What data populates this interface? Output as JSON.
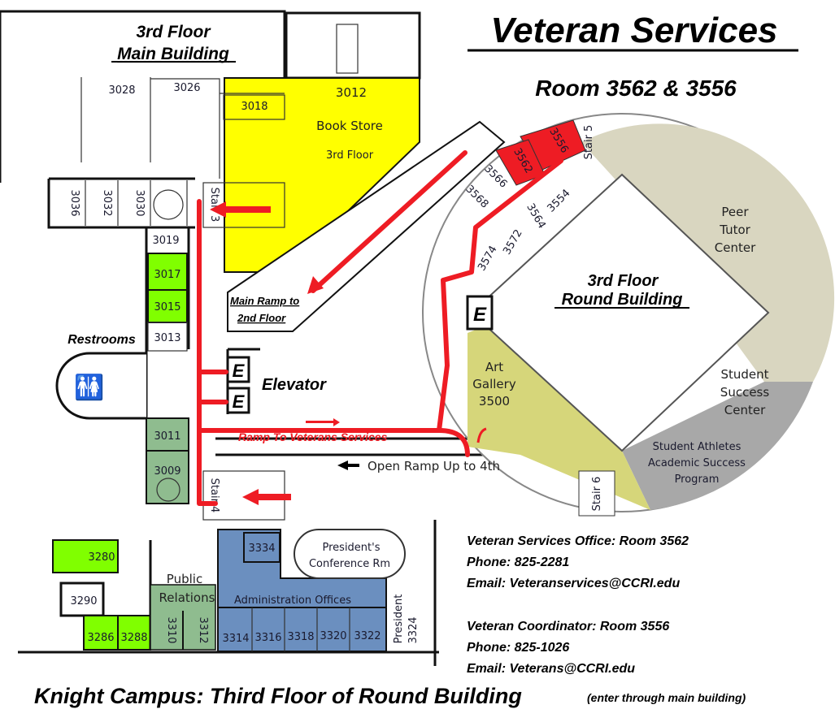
{
  "title": "Veteran Services",
  "rooms_heading": "Room 3562 & 3556",
  "main_building": {
    "line1": "3rd Floor",
    "line2": "Main Building"
  },
  "round_building": {
    "line1": "3rd Floor",
    "line2": "Round Building"
  },
  "footer": {
    "main": "Knight Campus: Third Floor of Round Building",
    "note": "(enter through main building)"
  },
  "rooms": {
    "r3028": "3028",
    "r3026": "3026",
    "r3018": "3018",
    "r3012": "3012",
    "bookstore": "Book Store",
    "bookstore_floor": "3rd Floor",
    "r3036": "3036",
    "r3032": "3032",
    "r3030": "3030",
    "stair3": "Stair 3",
    "r3019": "3019",
    "r3017": "3017",
    "r3015": "3015",
    "r3013": "3013",
    "restrooms": "Restrooms",
    "r3011": "3011",
    "r3009": "3009",
    "stair4": "Stair 4",
    "r3280": "3280",
    "r3290": "3290",
    "r3286": "3286",
    "r3288": "3288",
    "public": "Public",
    "relations": "Relations",
    "r3310": "3310",
    "r3312": "3312",
    "r3334": "3334",
    "conf1": "President's",
    "conf2": "Conference Rm",
    "admin": "Administration Offices",
    "r3314": "3314",
    "r3316": "3316",
    "r3318": "3318",
    "r3320": "3320",
    "r3322": "3322",
    "president": "President",
    "r3324": "3324",
    "r3556": "3556",
    "r3562": "3562",
    "stair5": "Stair 5",
    "r3566": "3566",
    "r3568": "3568",
    "r3554": "3554",
    "r3564": "3564",
    "r3572": "3572",
    "r3574": "3574",
    "peer1": "Peer",
    "peer2": "Tutor",
    "peer3": "Center",
    "ss1": "Student",
    "ss2": "Success",
    "ss3": "Center",
    "sa1": "Student Athletes",
    "sa2": "Academic Success",
    "sa3": "Program",
    "art1": "Art",
    "art2": "Gallery",
    "art3": "3500",
    "stair6": "Stair 6",
    "elev_sym": "E"
  },
  "labels": {
    "main_ramp1": "Main Ramp to",
    "main_ramp2": "2nd Floor",
    "elevator": "Elevator",
    "ramp_vets": "Ramp To Veterans Services",
    "open_ramp": "Open Ramp Up to 4th"
  },
  "contacts": [
    {
      "office": "Veteran Services Office: Room 3562",
      "phone": "Phone: 825-2281",
      "email": "Email: Veteranservices@CCRI.edu"
    },
    {
      "office": "Veteran Coordinator:  Room 3556",
      "phone": "Phone: 825-1026",
      "email": "Email: Veterans@CCRI.edu"
    }
  ],
  "colors": {
    "route": "#ee1c24",
    "bookstore": "#ffff00",
    "green": "#80ff00",
    "sage": "#8fbc8f",
    "admin": "#6b8fbf",
    "peer": "#d9d6c0",
    "success": "#a8a8a8",
    "art": "#d6d67a"
  }
}
